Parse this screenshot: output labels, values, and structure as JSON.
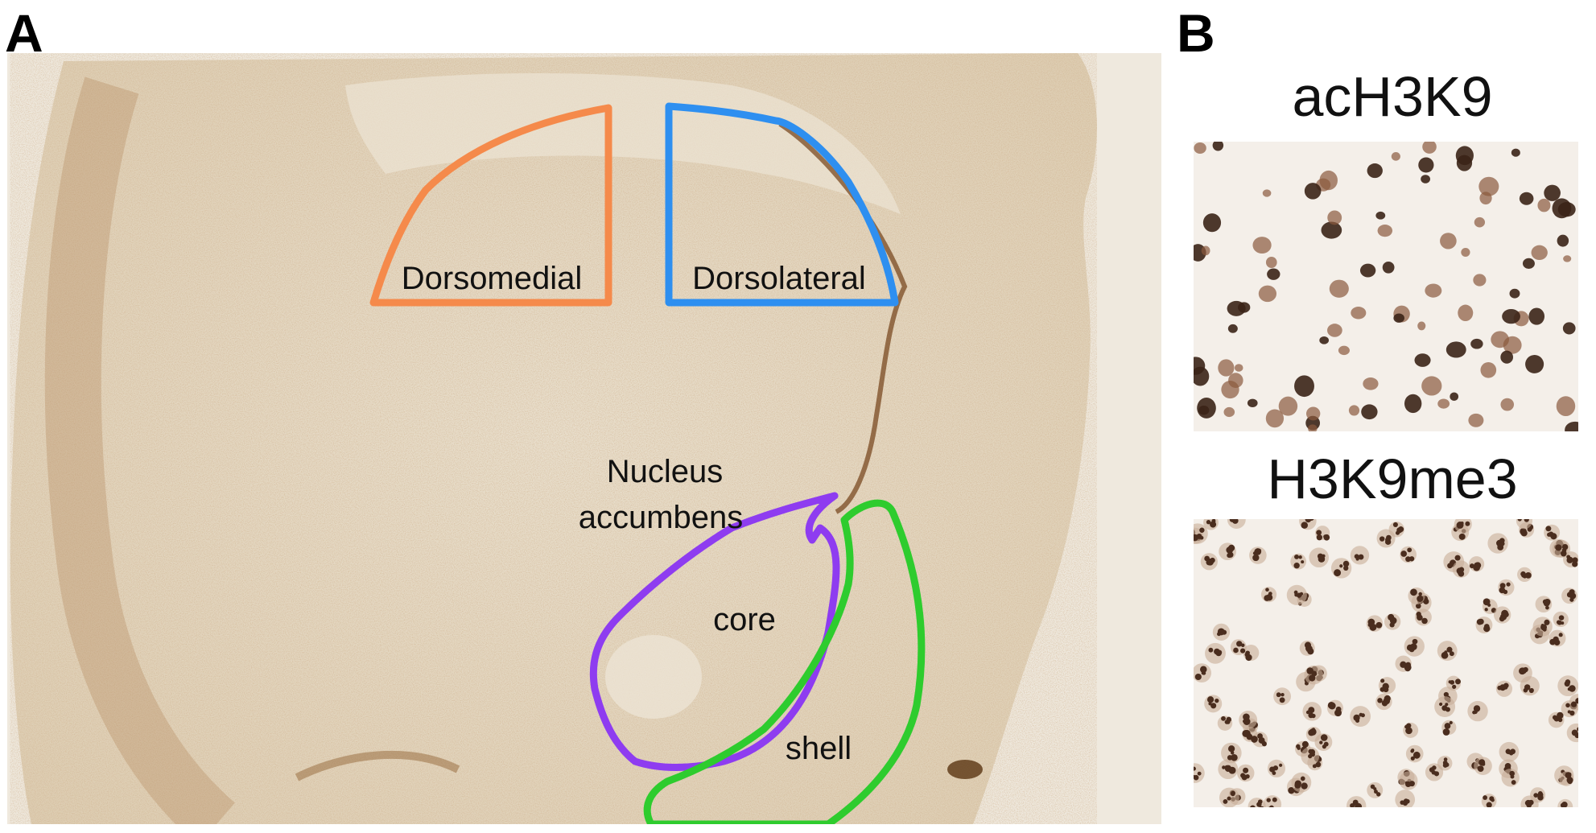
{
  "panels": {
    "a_letter": "A",
    "b_letter": "B"
  },
  "micrograph": {
    "regions": {
      "dorsomedial": "Dorsomedial",
      "dorsolateral": "Dorsolateral",
      "nucleus_line1": "Nucleus",
      "nucleus_line2": "accumbens",
      "core": "core",
      "shell": "shell"
    },
    "outline_colors": {
      "dorsomedial": "#f58a4b",
      "dorsolateral": "#2e8ff0",
      "core": "#8e3cf0",
      "shell": "#2ecc2e"
    },
    "tissue_color": "#9c6b3f",
    "background_color": "#efe9de"
  },
  "insets": {
    "acetylated": {
      "title": "acH3K9"
    },
    "trimethylated": {
      "title": "H3K9me3"
    }
  }
}
